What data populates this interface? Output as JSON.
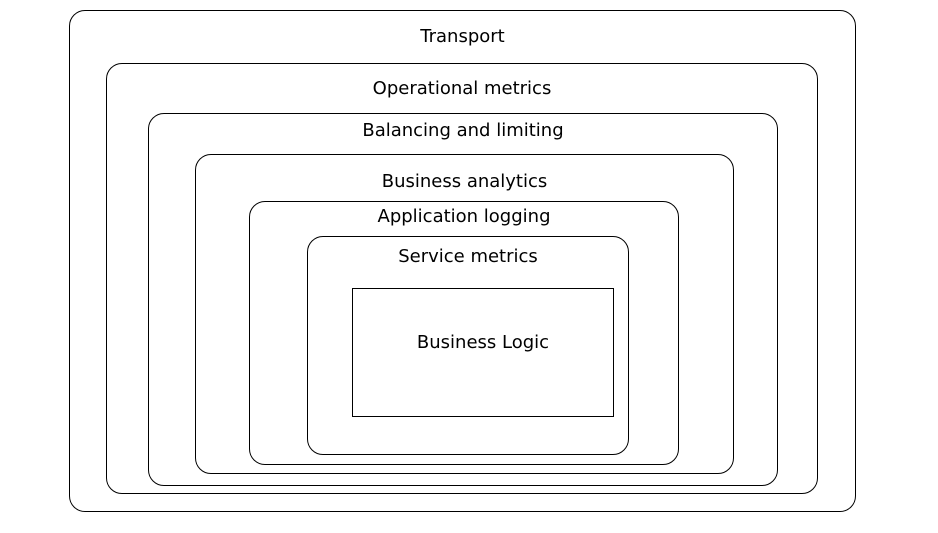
{
  "diagram": {
    "layers": [
      {
        "label": "Transport"
      },
      {
        "label": "Operational metrics"
      },
      {
        "label": "Balancing and limiting"
      },
      {
        "label": "Business analytics"
      },
      {
        "label": "Application logging"
      },
      {
        "label": "Service metrics"
      },
      {
        "label": "Business Logic"
      }
    ]
  }
}
